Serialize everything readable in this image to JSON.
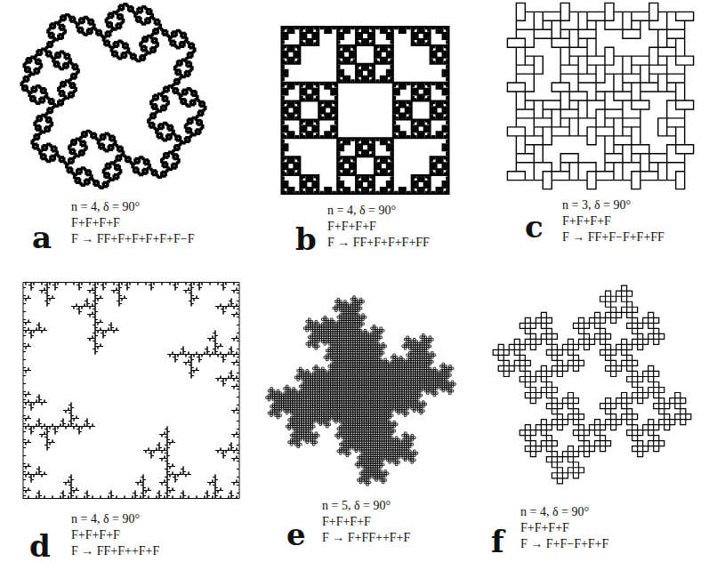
{
  "diagram": {
    "labels": [
      "a",
      "n = 4, δ = 90°",
      "F+F+F+F",
      "F → FF+F+F+F+F+F−F",
      "b",
      "n = 4, δ = 90°",
      "F+F+F+F",
      "F → FF+F+F+F+FF",
      "c",
      "n = 3, δ = 90°",
      "F+F+F+F",
      "F → FF+F−F+F+FF",
      "d",
      "n = 4, δ = 90°",
      "F+F+F+F",
      "F → FF+F++F+F",
      "e",
      "n = 5, δ = 90°",
      "F+F+F+F",
      "F → F+FF++F+F",
      "f",
      "n = 4, δ = 90°",
      "F+F+F+F",
      "F → F+F−F+F+F"
    ]
  }
}
